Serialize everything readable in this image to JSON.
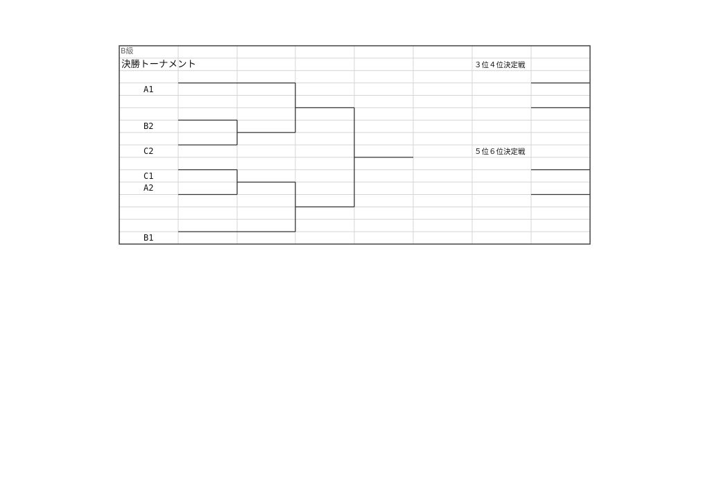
{
  "sheet": {
    "grade_label": "B級",
    "title": "決勝トーナメント",
    "third_place_label": "３位４位決定戦",
    "fifth_place_label": "５位６位決定戦",
    "teams": [
      "A1",
      "B2",
      "C2",
      "C1",
      "A2",
      "B1"
    ]
  },
  "colors": {
    "grid": "#d4d4d4",
    "line": "#333333",
    "border": "#444444"
  }
}
